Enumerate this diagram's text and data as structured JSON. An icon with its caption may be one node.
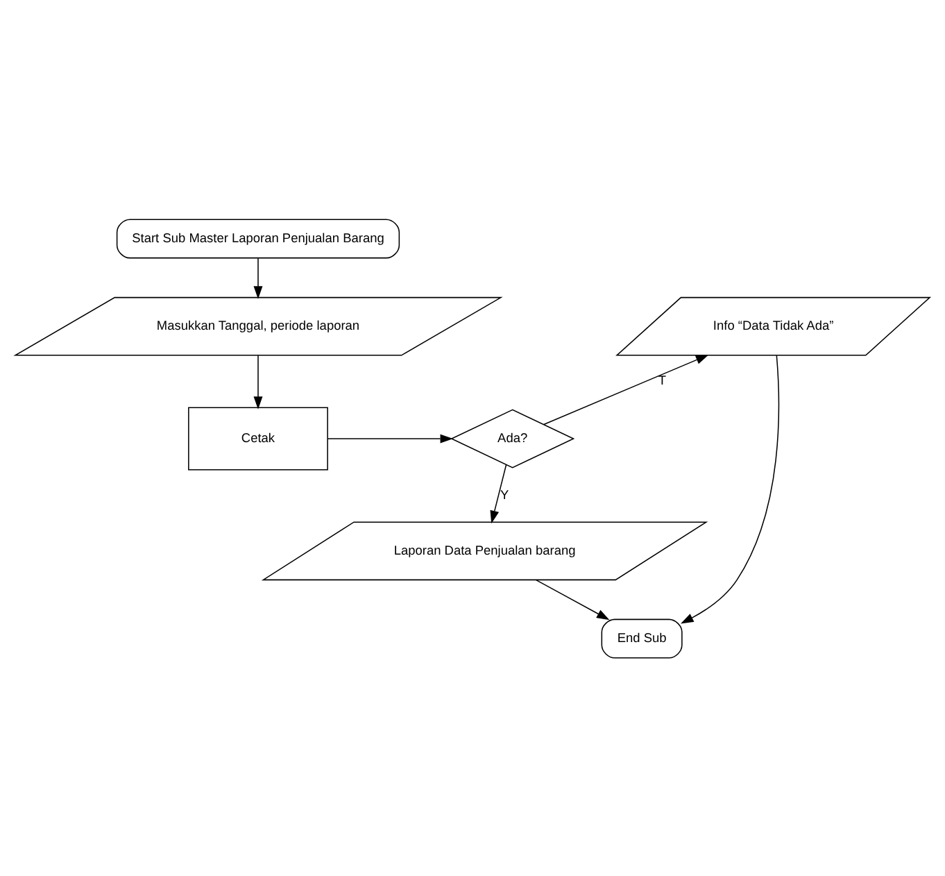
{
  "diagram": {
    "nodes": [
      {
        "text": [
          "Start Sub Master Laporan Penjualan Barang"
        ]
      },
      {
        "text": [
          "Masukkan Tanggal, periode laporan"
        ]
      },
      {
        "text": [
          "Cetak"
        ]
      },
      {
        "text": [
          "Info “Data Tidak Ada”"
        ]
      },
      {
        "text": [
          "Ada?"
        ]
      },
      {
        "text": [
          "Laporan Data Penjualan barang"
        ]
      },
      {
        "text": [
          "End Sub"
        ]
      }
    ],
    "edges": [
      {
        "from": 0,
        "to": 1,
        "arrow": "to"
      },
      {
        "from": 1,
        "to": 2,
        "arrow": "to"
      },
      {
        "from": 2,
        "to": 4,
        "arrow": "to"
      },
      {
        "from": 4,
        "to": 3,
        "label": "T",
        "arrow": "to"
      },
      {
        "from": 4,
        "to": 5,
        "label": "Y",
        "arrow": "to"
      },
      {
        "from": 5,
        "to": 6,
        "arrow": "to"
      },
      {
        "from": 3,
        "to": 6,
        "arrow": "to"
      }
    ]
  }
}
